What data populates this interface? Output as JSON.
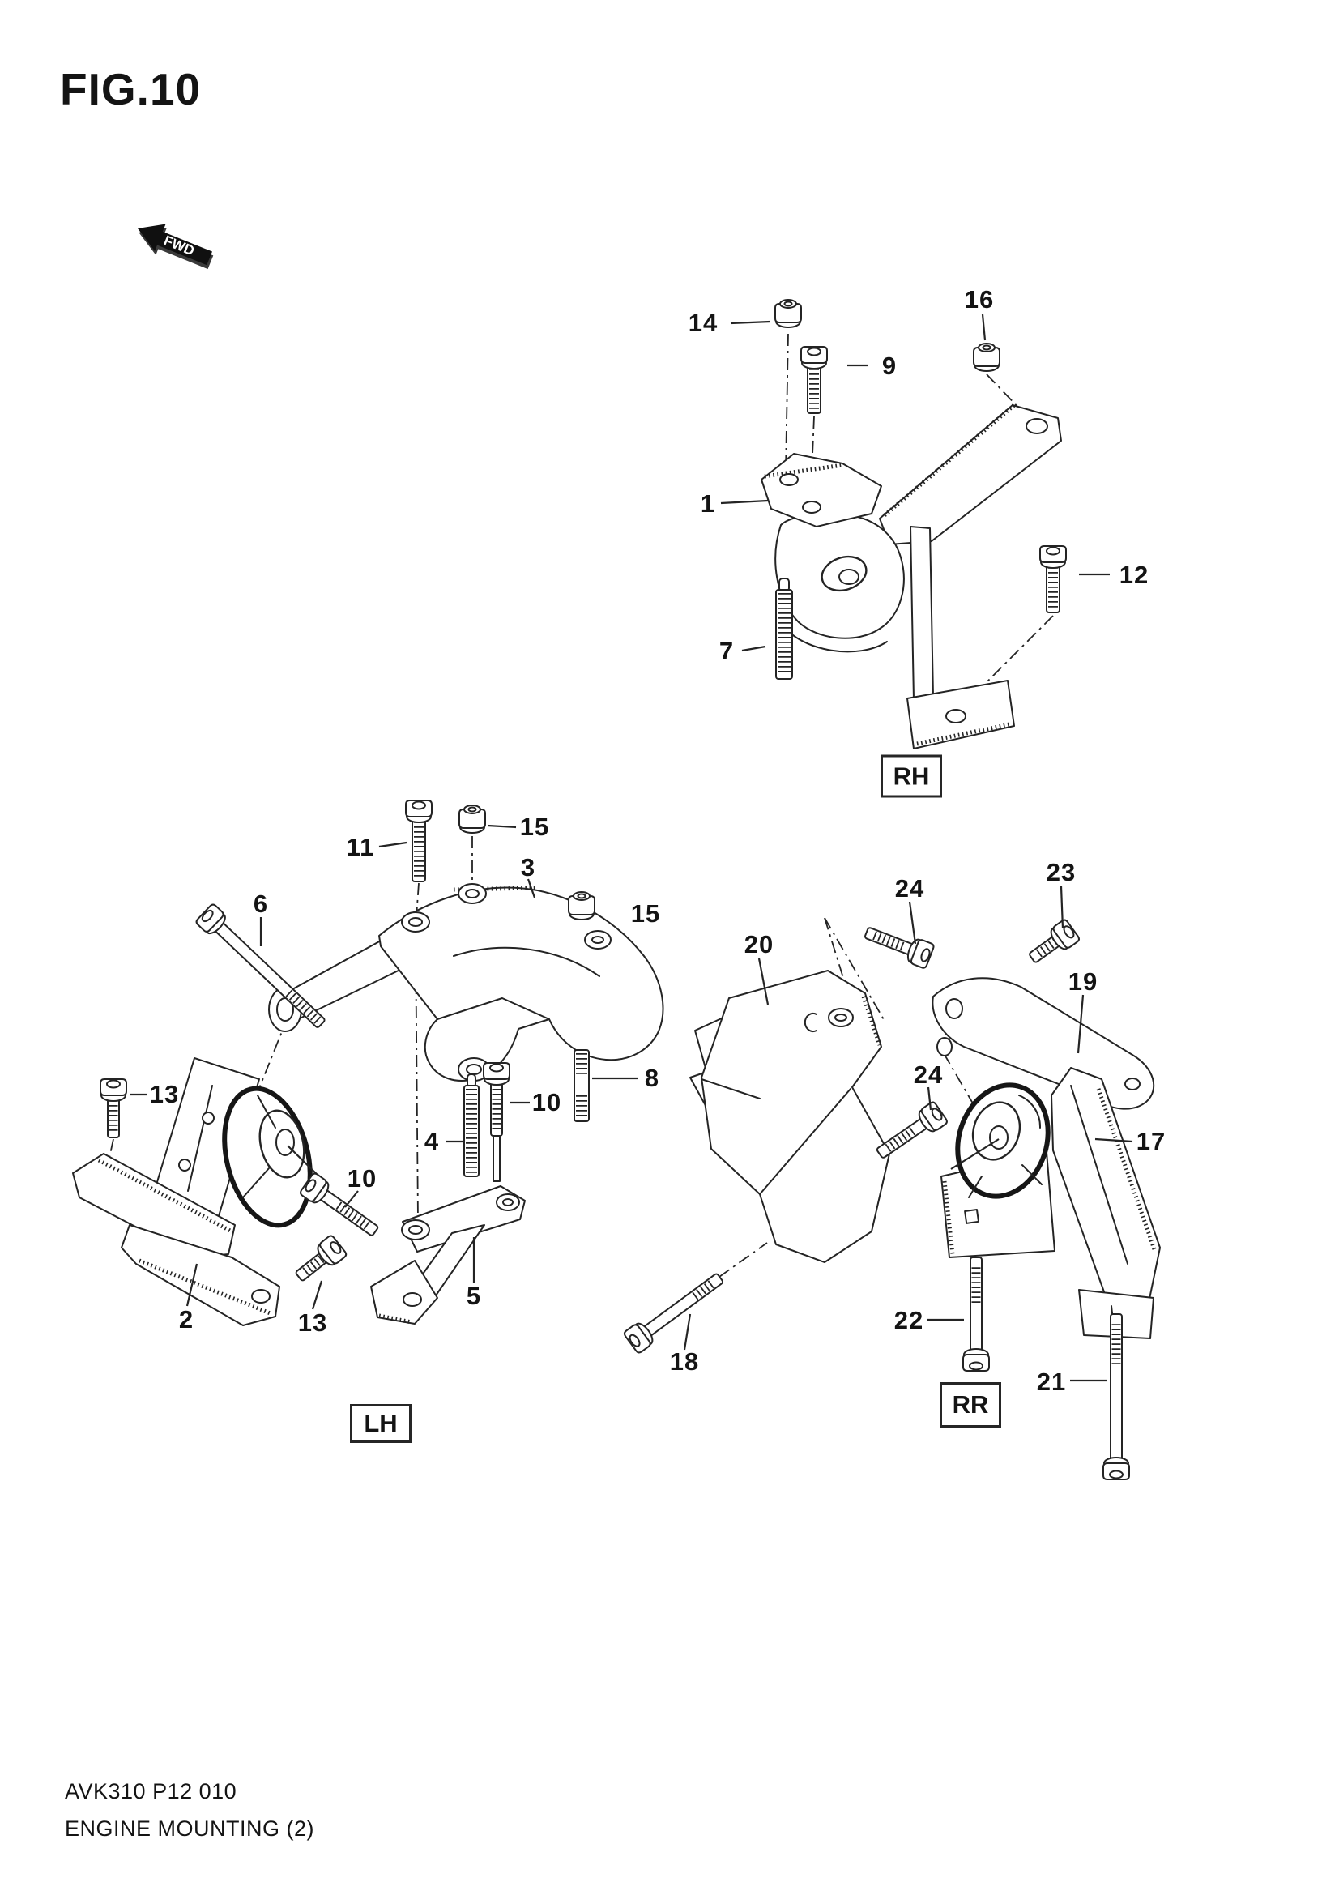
{
  "figure": {
    "title": "FIG.10",
    "fwd_label": "FWD"
  },
  "footer": {
    "model_code": "AVK310 P12 010",
    "caption": "ENGINE MOUNTING (2)"
  },
  "view_labels": {
    "rh": "RH",
    "lh": "LH",
    "rr": "RR"
  },
  "callouts": {
    "rh": {
      "n14": "14",
      "n9": "9",
      "n16": "16",
      "n1": "1",
      "n7": "7",
      "n12": "12"
    },
    "lh": {
      "n11": "11",
      "n15a": "15",
      "n3": "3",
      "n15b": "15",
      "n6": "6",
      "n13a": "13",
      "n4": "4",
      "n10a": "10",
      "n8": "8",
      "n10b": "10",
      "n2": "2",
      "n13b": "13",
      "n5": "5"
    },
    "rr": {
      "n24a": "24",
      "n23": "23",
      "n20": "20",
      "n19": "19",
      "n24b": "24",
      "n17": "17",
      "n18": "18",
      "n22": "22",
      "n21": "21"
    }
  }
}
